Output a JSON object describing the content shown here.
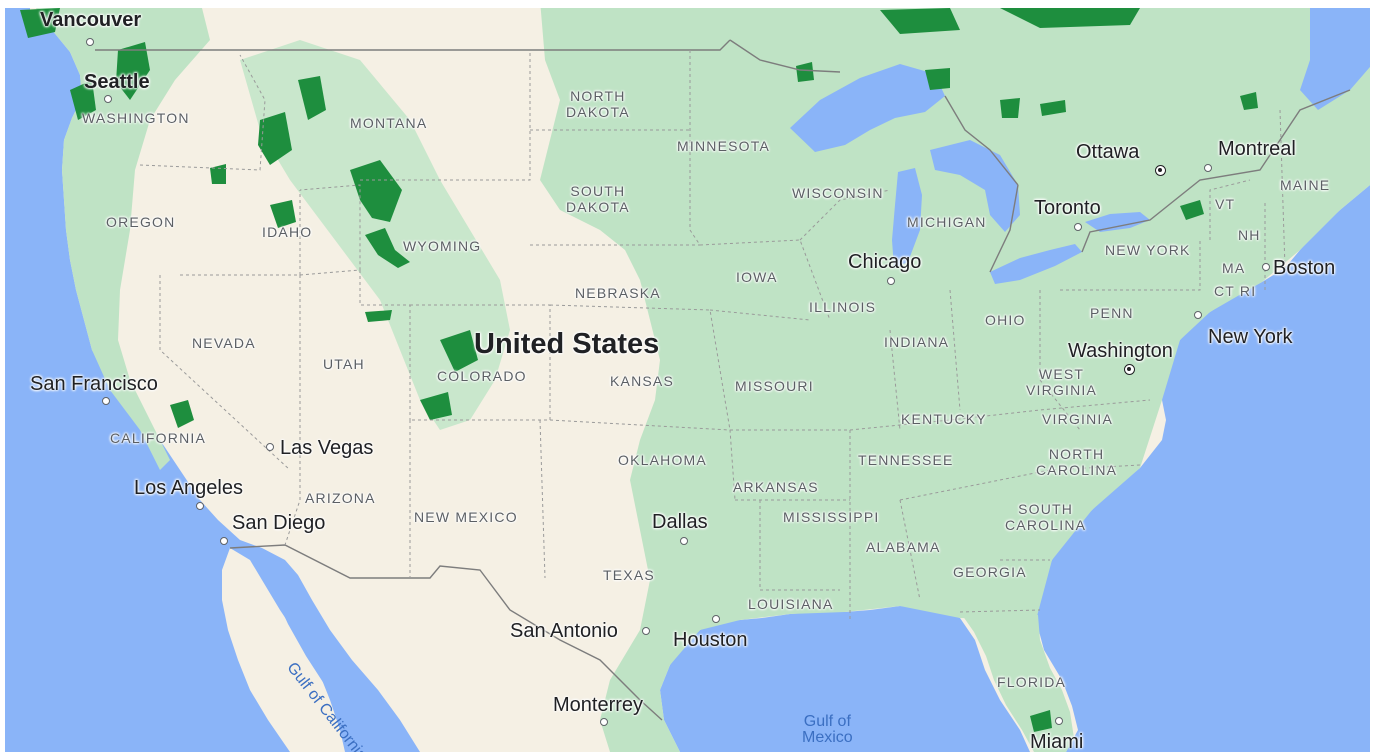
{
  "country": "United States",
  "states": [
    {
      "key": "washington",
      "lines": [
        "WASHINGTON"
      ]
    },
    {
      "key": "oregon",
      "lines": [
        "OREGON"
      ]
    },
    {
      "key": "california",
      "lines": [
        "CALIFORNIA"
      ]
    },
    {
      "key": "nevada",
      "lines": [
        "NEVADA"
      ]
    },
    {
      "key": "idaho",
      "lines": [
        "IDAHO"
      ]
    },
    {
      "key": "montana",
      "lines": [
        "MONTANA"
      ]
    },
    {
      "key": "wyoming",
      "lines": [
        "WYOMING"
      ]
    },
    {
      "key": "utah",
      "lines": [
        "UTAH"
      ]
    },
    {
      "key": "arizona",
      "lines": [
        "ARIZONA"
      ]
    },
    {
      "key": "colorado",
      "lines": [
        "COLORADO"
      ]
    },
    {
      "key": "new-mexico",
      "lines": [
        "NEW MEXICO"
      ]
    },
    {
      "key": "north-dakota",
      "lines": [
        "NORTH",
        "DAKOTA"
      ]
    },
    {
      "key": "south-dakota",
      "lines": [
        "SOUTH",
        "DAKOTA"
      ]
    },
    {
      "key": "nebraska",
      "lines": [
        "NEBRASKA"
      ]
    },
    {
      "key": "kansas",
      "lines": [
        "KANSAS"
      ]
    },
    {
      "key": "oklahoma",
      "lines": [
        "OKLAHOMA"
      ]
    },
    {
      "key": "texas",
      "lines": [
        "TEXAS"
      ]
    },
    {
      "key": "minnesota",
      "lines": [
        "MINNESOTA"
      ]
    },
    {
      "key": "iowa",
      "lines": [
        "IOWA"
      ]
    },
    {
      "key": "missouri",
      "lines": [
        "MISSOURI"
      ]
    },
    {
      "key": "arkansas",
      "lines": [
        "ARKANSAS"
      ]
    },
    {
      "key": "louisiana",
      "lines": [
        "LOUISIANA"
      ]
    },
    {
      "key": "wisconsin",
      "lines": [
        "WISCONSIN"
      ]
    },
    {
      "key": "illinois",
      "lines": [
        "ILLINOIS"
      ]
    },
    {
      "key": "michigan",
      "lines": [
        "MICHIGAN"
      ]
    },
    {
      "key": "indiana",
      "lines": [
        "INDIANA"
      ]
    },
    {
      "key": "ohio",
      "lines": [
        "OHIO"
      ]
    },
    {
      "key": "kentucky",
      "lines": [
        "KENTUCKY"
      ]
    },
    {
      "key": "tennessee",
      "lines": [
        "TENNESSEE"
      ]
    },
    {
      "key": "mississippi",
      "lines": [
        "MISSISSIPPI"
      ]
    },
    {
      "key": "alabama",
      "lines": [
        "ALABAMA"
      ]
    },
    {
      "key": "georgia",
      "lines": [
        "GEORGIA"
      ]
    },
    {
      "key": "florida",
      "lines": [
        "FLORIDA"
      ]
    },
    {
      "key": "south-carolina",
      "lines": [
        "SOUTH",
        "CAROLINA"
      ]
    },
    {
      "key": "north-carolina",
      "lines": [
        "NORTH",
        "CAROLINA"
      ]
    },
    {
      "key": "virginia",
      "lines": [
        "VIRGINIA"
      ]
    },
    {
      "key": "west-virginia",
      "lines": [
        "WEST",
        "VIRGINIA"
      ]
    },
    {
      "key": "penn",
      "lines": [
        "PENN"
      ]
    },
    {
      "key": "new-york",
      "lines": [
        "NEW YORK"
      ]
    },
    {
      "key": "vt",
      "lines": [
        "VT"
      ]
    },
    {
      "key": "nh",
      "lines": [
        "NH"
      ]
    },
    {
      "key": "maine",
      "lines": [
        "MAINE"
      ]
    },
    {
      "key": "ma",
      "lines": [
        "MA"
      ]
    },
    {
      "key": "ct-ri",
      "lines": [
        "CT RI"
      ]
    }
  ],
  "cities": [
    {
      "key": "vancouver",
      "name": "Vancouver",
      "marker": "dot"
    },
    {
      "key": "seattle",
      "name": "Seattle",
      "marker": "dot"
    },
    {
      "key": "san-francisco",
      "name": "San Francisco",
      "marker": "dot"
    },
    {
      "key": "las-vegas",
      "name": "Las Vegas",
      "marker": "dot"
    },
    {
      "key": "los-angeles",
      "name": "Los Angeles",
      "marker": "dot"
    },
    {
      "key": "san-diego",
      "name": "San Diego",
      "marker": "dot"
    },
    {
      "key": "dallas",
      "name": "Dallas",
      "marker": "dot"
    },
    {
      "key": "san-antonio",
      "name": "San Antonio",
      "marker": "dot"
    },
    {
      "key": "houston",
      "name": "Houston",
      "marker": "dot"
    },
    {
      "key": "monterrey",
      "name": "Monterrey",
      "marker": "dot"
    },
    {
      "key": "chicago",
      "name": "Chicago",
      "marker": "dot"
    },
    {
      "key": "toronto",
      "name": "Toronto",
      "marker": "dot"
    },
    {
      "key": "ottawa",
      "name": "Ottawa",
      "marker": "capital"
    },
    {
      "key": "montreal",
      "name": "Montreal",
      "marker": "dot"
    },
    {
      "key": "boston",
      "name": "Boston",
      "marker": "dot"
    },
    {
      "key": "new-york-city",
      "name": "New York",
      "marker": "dot"
    },
    {
      "key": "washington-dc",
      "name": "Washington",
      "marker": "capital"
    },
    {
      "key": "miami",
      "name": "Miami",
      "marker": "dot"
    }
  ],
  "water": [
    {
      "key": "gulf-of-california",
      "lines": [
        "Gulf of California"
      ]
    },
    {
      "key": "gulf-of-mexico",
      "lines": [
        "Gulf of",
        "Mexico"
      ]
    }
  ],
  "colors": {
    "water": "#8ab4f8",
    "land_dry": "#f5f0e4",
    "land_green": "#bfe3c5",
    "land_mid": "#a9d8b2",
    "forest": "#1e8e3e",
    "border": "#7d7d7d"
  }
}
